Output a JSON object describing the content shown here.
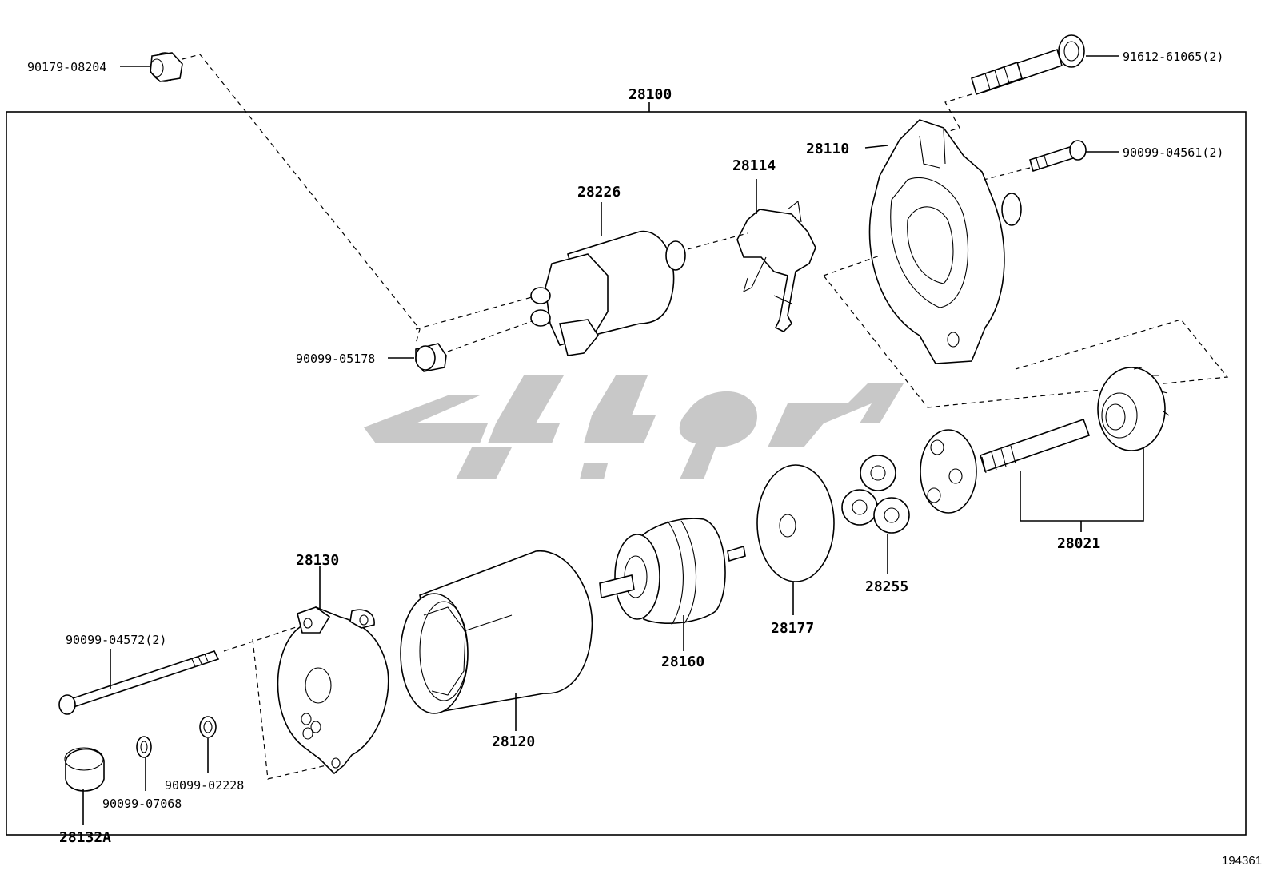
{
  "diagram": {
    "assembly_label": "28100",
    "reference_id": "194361",
    "watermark_text": "ﮐﻮﭘﺎﺭﺕ",
    "parts": {
      "nut_top": "90179-08204",
      "bolt_top_right": "91612-61065(2)",
      "bolt_mid_right": "90099-04561(2)",
      "housing": "28110",
      "lever": "28114",
      "solenoid": "28226",
      "nut_small": "90099-05178",
      "clutch_shaft": "28021",
      "planet_gears": "28255",
      "plate": "28177",
      "armature": "28160",
      "yoke": "28120",
      "end_frame": "28130",
      "through_bolt": "90099-04572(2)",
      "washer_a": "90099-02228",
      "washer_b": "90099-07068",
      "cap": "28132A"
    }
  }
}
